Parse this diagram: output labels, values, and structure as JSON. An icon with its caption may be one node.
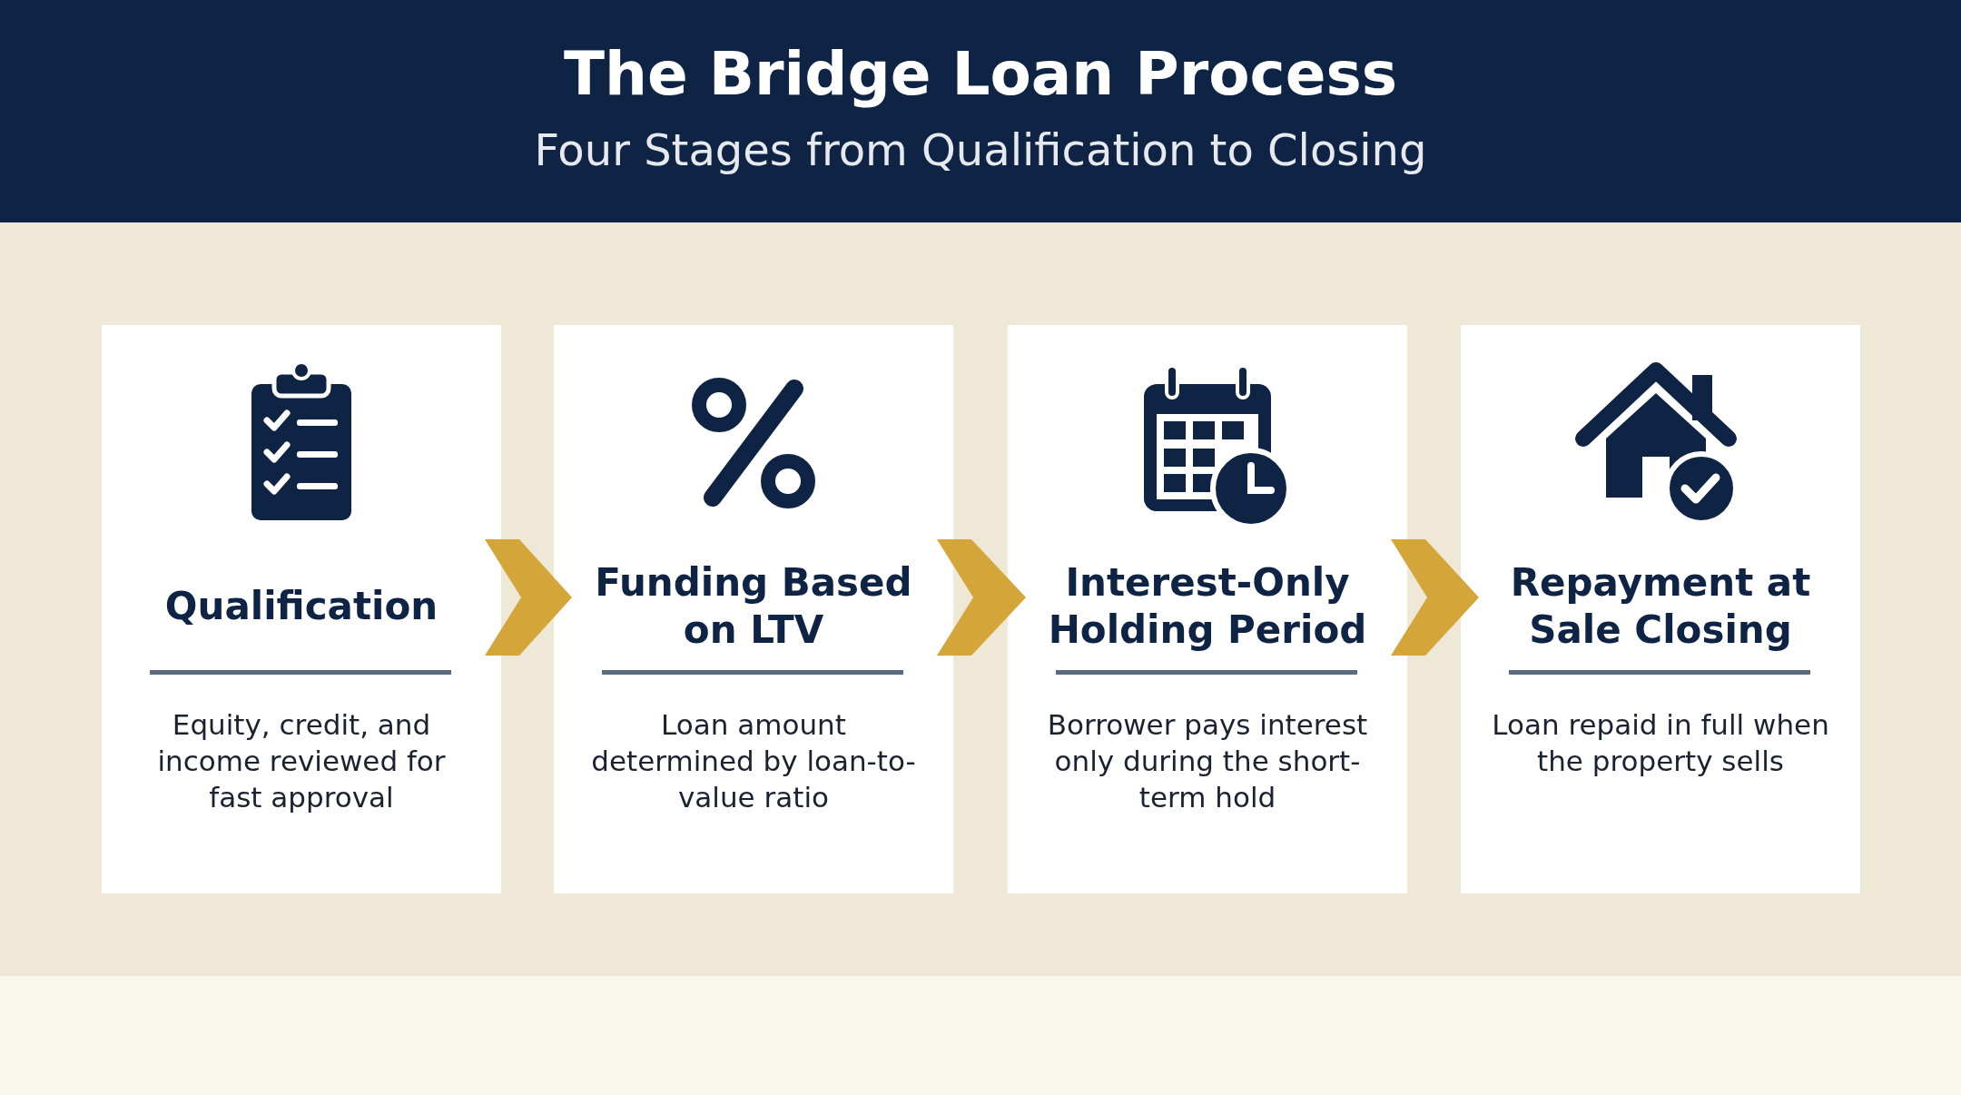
{
  "diagram": {
    "title": "The Bridge Loan Process",
    "caption": "Four Stages from Qualification to Closing",
    "nodes": [
      {
        "text": [
          "Qualification",
          "Equity, credit, and income reviewed for fast approval"
        ]
      },
      {
        "text": [
          "Funding Based on LTV",
          "Loan amount determined by loan-to-value ratio"
        ]
      },
      {
        "text": [
          "Interest-Only Holding Period",
          "Borrower pays interest only during the short-term hold"
        ]
      },
      {
        "text": [
          "Repayment at Sale Closing",
          "Loan repaid in full when the property sells"
        ]
      }
    ],
    "edges": [
      {
        "from": 0,
        "to": 1,
        "arrow": "to"
      },
      {
        "from": 1,
        "to": 2,
        "arrow": "to"
      },
      {
        "from": 2,
        "to": 3,
        "arrow": "to"
      }
    ]
  }
}
